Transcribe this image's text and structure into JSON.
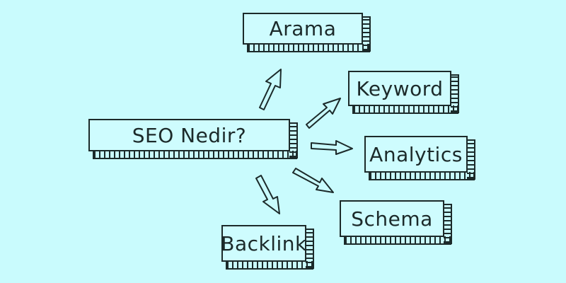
{
  "center": {
    "label": "SEO Nedir?"
  },
  "nodes": [
    {
      "label": "Arama"
    },
    {
      "label": "Keyword"
    },
    {
      "label": "Analytics"
    },
    {
      "label": "Schema"
    },
    {
      "label": "Backlink"
    }
  ],
  "colors": {
    "background": "#c9fbfd",
    "ink": "#1c2a2a"
  }
}
